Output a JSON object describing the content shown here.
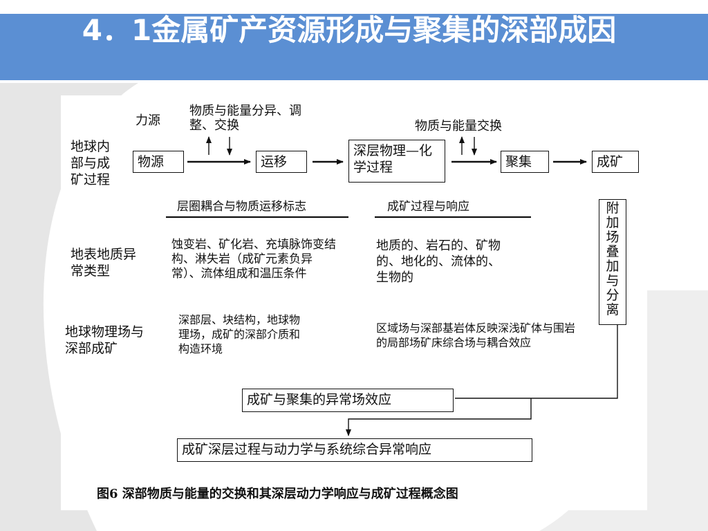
{
  "slide": {
    "title": "4．1金属矿产资源形成与聚集的深部成因",
    "caption": "图6  深部物质与能量的交换和其深层动力学响应与成矿过程概念图"
  },
  "diagram": {
    "row_labels": {
      "internal": "地球内部与成矿过程",
      "surface": "地表地质异常类型",
      "geophysical": "地球物理场与深部成矿"
    },
    "top_annotations": {
      "force": "力源",
      "differentiation": "物质与能量分异、调整、交换",
      "exchange": "物质与能量交换"
    },
    "flow_boxes": {
      "source": "物源",
      "migration": "运移",
      "deep_process": "深层物理—化学过程",
      "accumulation": "聚集",
      "mineralization": "成矿"
    },
    "side_box": "附加场叠加与分离",
    "column_headers": {
      "left": "层圈耦合与物质运移标志",
      "right": "成矿过程与响应"
    },
    "cells": {
      "surface_left": "蚀变岩、矿化岩、充填脉饰变结构、淋失岩（成矿元素负异常）、流体组成和温压条件",
      "surface_right": "地质的、岩石的、矿物的、地化的、流体的、生物的",
      "geo_left": "深部层、块结构，地球物理场，成矿的深部介质和构造环境",
      "geo_right": "区域场与深部基岩体反映深浅矿体与围岩的局部场矿床综合场与耦合效应"
    },
    "bottom_boxes": {
      "anomaly_field": "成矿与聚集的异常场效应",
      "comprehensive": "成矿深层过程与动力学与系统综合异常响应"
    }
  }
}
